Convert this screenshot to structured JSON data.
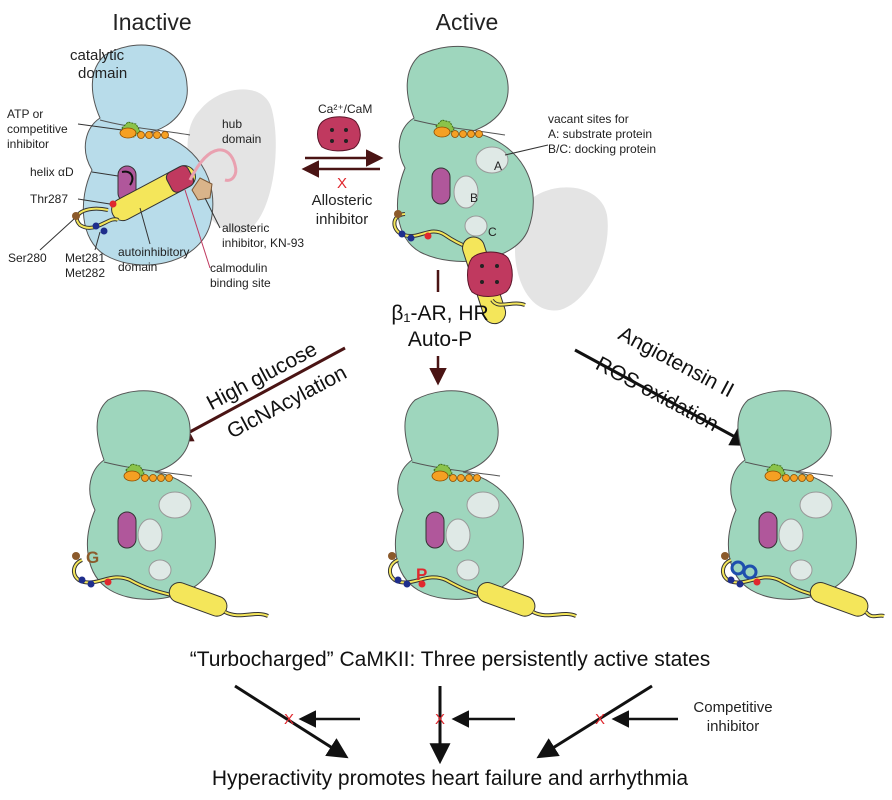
{
  "titles": {
    "inactive": "Inactive",
    "active": "Active"
  },
  "inactive_labels": {
    "catalytic": [
      "catalytic",
      "domain"
    ],
    "atp": [
      "ATP or",
      "competitive",
      "inhibitor"
    ],
    "hub": [
      "hub",
      "domain"
    ],
    "helix": "helix αD",
    "thr": "Thr287",
    "ser": "Ser280",
    "met281": "Met281",
    "met282": "Met282",
    "autoinhibitory": [
      "autoinhibitory",
      "domain"
    ],
    "allosteric": [
      "allosteric",
      "inhibitor, KN-93"
    ],
    "calmodulin": [
      "calmodulin",
      "binding site"
    ]
  },
  "transition": {
    "cam": "Ca²⁺/CaM",
    "x": "X",
    "allosteric": [
      "Allosteric",
      "inhibitor"
    ]
  },
  "active_labels": {
    "vacant": [
      "vacant sites for",
      "A: substrate protein",
      "B/C: docking protein"
    ],
    "site_a": "A",
    "site_b": "B",
    "site_c": "C"
  },
  "pathways": {
    "center": [
      "β₁-AR, HR",
      "Auto-P"
    ],
    "left": [
      "High glucose",
      "GlcNAcylation"
    ],
    "right": [
      "Angiotensin II",
      "ROS oxidation"
    ]
  },
  "mods": {
    "g": "G",
    "p": "P"
  },
  "summary": "“Turbocharged” CaMKII: Three persistently active states",
  "inhibitor": [
    "Competitive",
    "inhibitor"
  ],
  "outcome": "Hyperactivity promotes heart failure and arrhythmia",
  "colors": {
    "inactive_body": "#b8dcea",
    "active_body": "#9ed6bd",
    "helix": "#b0579b",
    "autoinhibitory": "#f4e65a",
    "cam": "#c0395f",
    "x_mark": "#e0282e",
    "pathway_arrow": "#4a1414"
  }
}
